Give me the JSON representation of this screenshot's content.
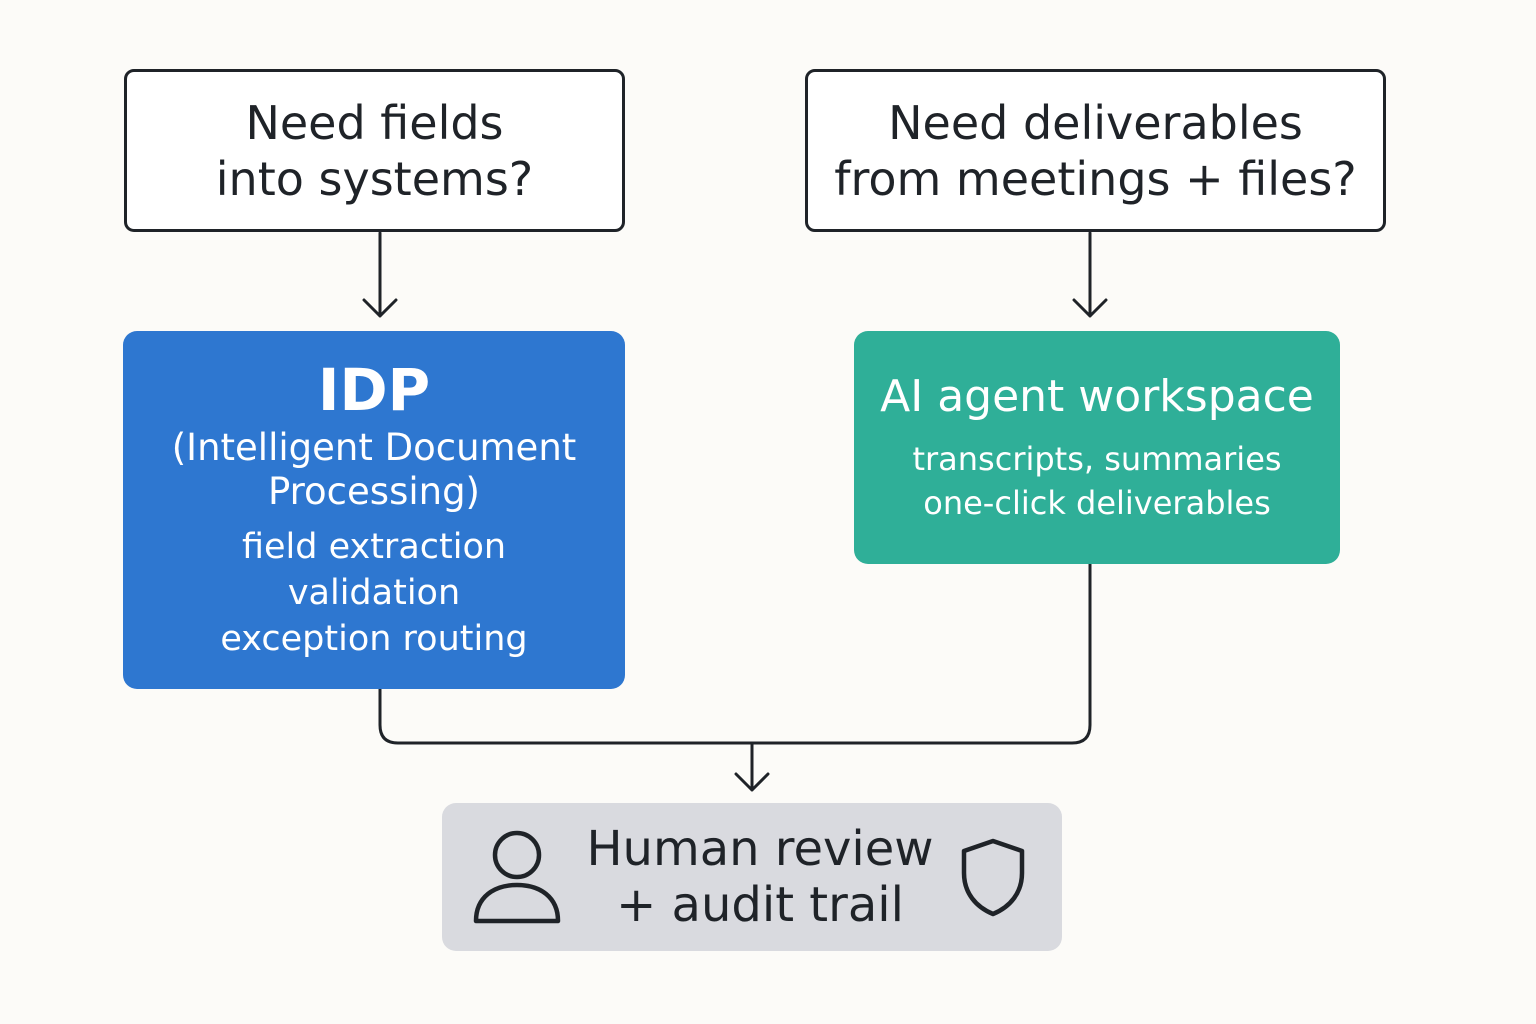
{
  "left_question": {
    "lines": [
      "Need fields",
      "into systems?"
    ]
  },
  "right_question": {
    "lines": [
      "Need deliverables",
      "from meetings + files?"
    ]
  },
  "idp": {
    "acronym": "IDP",
    "full_name_lines": [
      "(Intelligent Document",
      "Processing)"
    ],
    "features": [
      "field extraction",
      "validation",
      "exception routing"
    ],
    "color": "#2e77d0"
  },
  "agent_workspace": {
    "title": "AI agent workspace",
    "features": [
      "transcripts, summaries",
      "one-click deliverables"
    ],
    "color": "#2faf98"
  },
  "review": {
    "lines": [
      "Human review",
      "+ audit trail"
    ],
    "left_icon": "person-icon",
    "right_icon": "shield-icon",
    "color": "#d9dadf"
  }
}
